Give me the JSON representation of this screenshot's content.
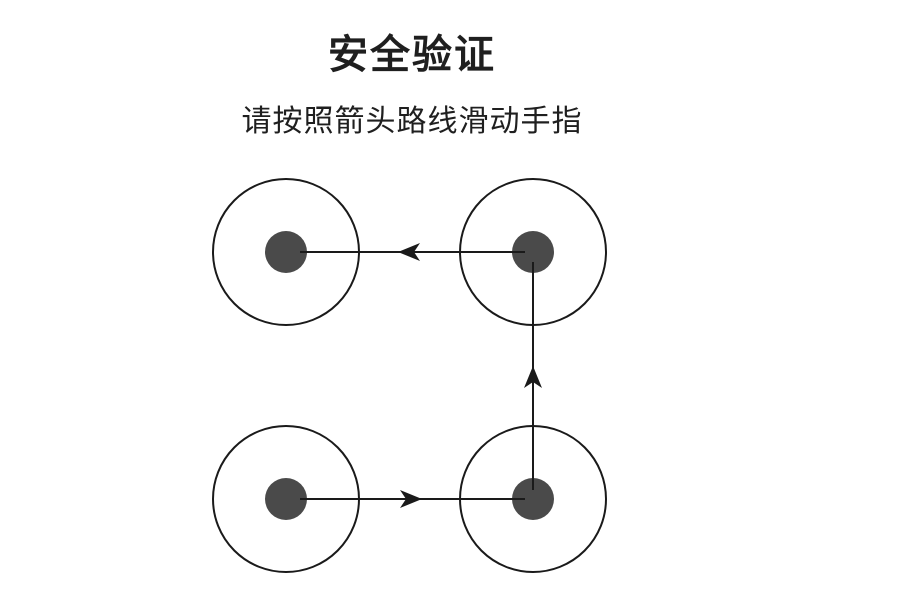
{
  "header": {
    "title": "安全验证",
    "instruction": "请按照箭头路线滑动手指"
  },
  "pattern": {
    "nodes": [
      {
        "id": "top-left"
      },
      {
        "id": "top-right"
      },
      {
        "id": "bottom-left"
      },
      {
        "id": "bottom-right"
      }
    ],
    "path": [
      "bottom-left",
      "bottom-right",
      "top-right",
      "top-left"
    ],
    "colors": {
      "ring": "#1a1a1a",
      "dot": "#4a4a4a",
      "line": "#1a1a1a",
      "background": "#ffffff"
    }
  }
}
